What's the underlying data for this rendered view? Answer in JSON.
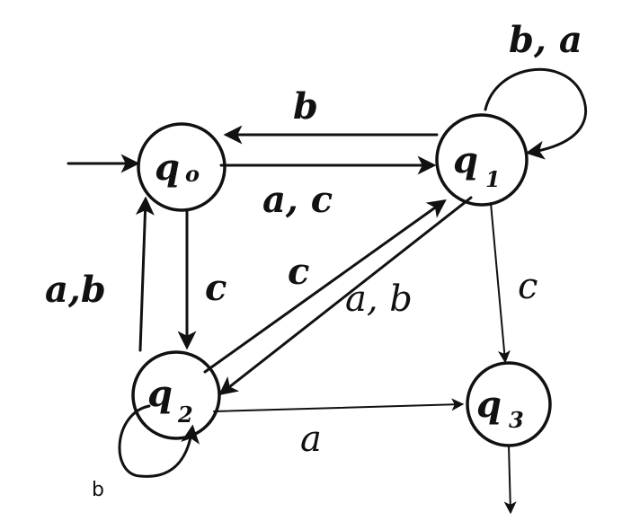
{
  "states": [
    {
      "id": "q0",
      "letter": "q",
      "sub": "o",
      "initial": true,
      "final": false
    },
    {
      "id": "q1",
      "letter": "q",
      "sub": "1",
      "initial": false,
      "final": false
    },
    {
      "id": "q2",
      "letter": "q",
      "sub": "2",
      "initial": false,
      "final": false
    },
    {
      "id": "q3",
      "letter": "q",
      "sub": "3",
      "initial": false,
      "final": true
    }
  ],
  "transitions": [
    {
      "from": "q1",
      "to": "q0",
      "label": "b"
    },
    {
      "from": "q0",
      "to": "q1",
      "label": "a, c"
    },
    {
      "from": "q1",
      "to": "q1",
      "label": "b, a"
    },
    {
      "from": "q0",
      "to": "q2",
      "label": "c"
    },
    {
      "from": "q2",
      "to": "q0",
      "label": "a,b"
    },
    {
      "from": "q2",
      "to": "q1",
      "label": "c"
    },
    {
      "from": "q1",
      "to": "q2",
      "label": "a, b"
    },
    {
      "from": "q1",
      "to": "q3",
      "label": "c"
    },
    {
      "from": "q2",
      "to": "q3",
      "label": "a"
    },
    {
      "from": "q2",
      "to": "q2",
      "label": "b"
    }
  ]
}
